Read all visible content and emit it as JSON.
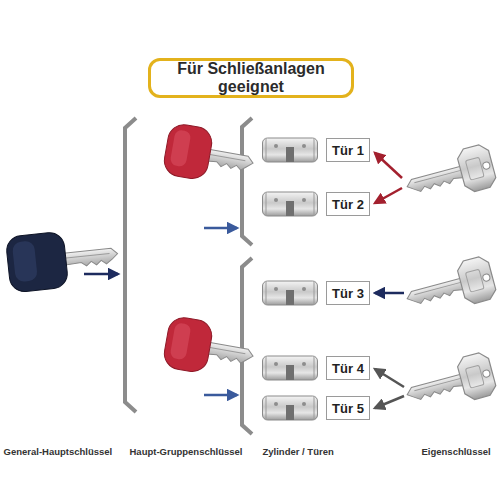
{
  "diagram": {
    "title": "Für Schließanlagen geeignet",
    "nodes": [
      {
        "text": [
          "Tür 1"
        ]
      },
      {
        "text": [
          "Tür 2"
        ]
      },
      {
        "text": [
          "Tür 3"
        ]
      },
      {
        "text": [
          "Tür 4"
        ]
      },
      {
        "text": [
          "Tür 5"
        ]
      }
    ],
    "labels": [
      "General-Hauptschlüssel",
      "Haupt-Gruppenschlüssel",
      "Zylinder / Türen",
      "Eigenschlüssel"
    ]
  }
}
